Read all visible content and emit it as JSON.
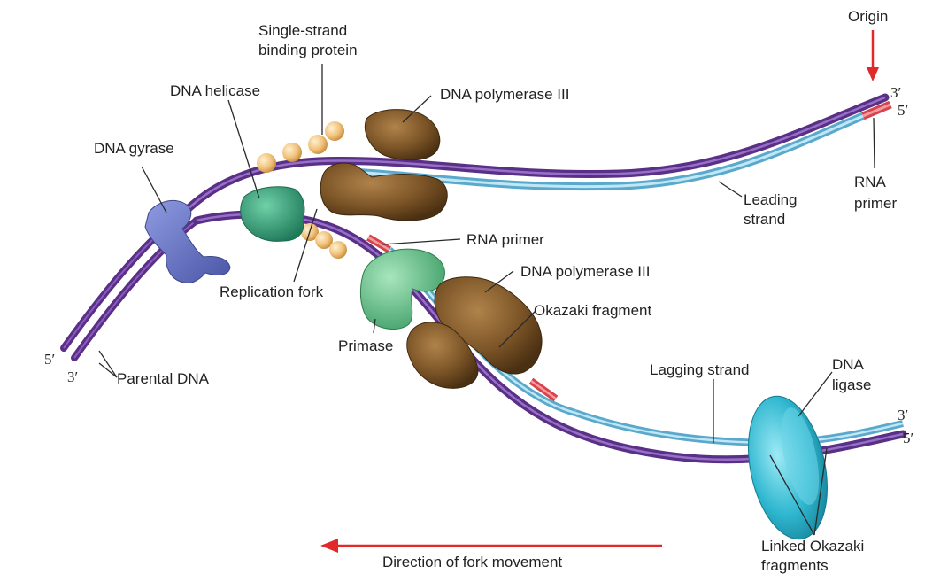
{
  "labels": {
    "origin": "Origin",
    "ssb_1": "Single-strand",
    "ssb_2": "binding protein",
    "helicase": "DNA helicase",
    "pol3_top": "DNA polymerase III",
    "gyrase": "DNA gyrase",
    "leading_1": "Leading",
    "leading_2": "strand",
    "rna_primer_right_1": "RNA",
    "rna_primer_right_2": "primer",
    "rna_primer_mid": "RNA primer",
    "pol3_bottom": "DNA polymerase III",
    "replication_fork": "Replication fork",
    "okazaki": "Okazaki fragment",
    "primase": "Primase",
    "parental": "Parental DNA",
    "lagging": "Lagging strand",
    "ligase_1": "DNA",
    "ligase_2": "ligase",
    "linked_1": "Linked Okazaki",
    "linked_2": "fragments",
    "direction": "Direction of fork movement"
  },
  "strand_ends": {
    "top_right_3": "3′",
    "top_right_5": "5′",
    "bottom_right_3": "3′",
    "bottom_right_5": "5′",
    "left_5": "5′",
    "left_3": "3′"
  },
  "colors": {
    "parental_strand": "#6a3d98",
    "new_strand": "#8fcde6",
    "rna_primer": "#e0525a",
    "helicase": "#2f9e79",
    "gyrase": "#6b78c4",
    "polymerase": "#7a5326",
    "primase": "#5fbf84",
    "ligase": "#2fb7d0",
    "ssb": "#e8b86a",
    "arrow": "#e02a2a"
  }
}
